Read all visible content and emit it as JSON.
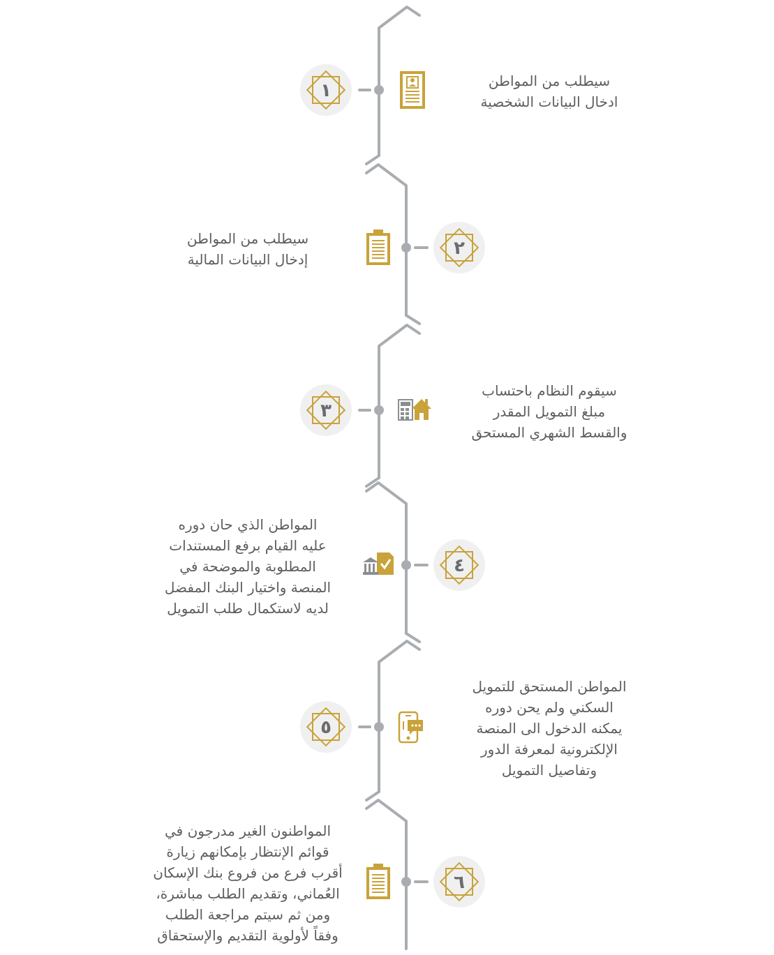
{
  "colors": {
    "line": "#a9adb1",
    "gold": "#c9a23a",
    "badge_bg": "#f0f0f0",
    "text": "#5b5e61"
  },
  "steps": [
    {
      "number": "١",
      "icon": "id-card-icon",
      "lines": [
        "سيطلب من المواطن",
        "ادخال البيانات الشخصية"
      ]
    },
    {
      "number": "٢",
      "icon": "clipboard-icon",
      "lines": [
        "سيطلب من المواطن",
        "إدخال البيانات المالية"
      ]
    },
    {
      "number": "٣",
      "icon": "calculator-house-icon",
      "lines": [
        "سيقوم النظام باحتساب",
        "مبلغ التمويل المقدر",
        "والقسط الشهري المستحق"
      ]
    },
    {
      "number": "٤",
      "icon": "bank-document-check-icon",
      "lines": [
        "المواطن الذي حان دوره",
        "عليه القيام برفع المستندات",
        "المطلوبة والموضحة في",
        "المنصة واختيار البنك المفضل",
        "لديه لاستكمال طلب التمويل"
      ]
    },
    {
      "number": "٥",
      "icon": "mobile-chat-icon",
      "lines": [
        "المواطن المستحق للتمويل",
        "السكني ولم يحن دوره",
        "يمكنه الدخول الى المنصة",
        "الإلكترونية لمعرفة الدور",
        "وتفاصيل التمويل"
      ]
    },
    {
      "number": "٦",
      "icon": "clipboard-icon",
      "lines": [
        "المواطنون الغير مدرجون في",
        "قوائم الإنتظار بإمكانهم زيارة",
        "أقرب فرع من فروع بنك الإسكان",
        "العُماني، وتقديم الطلب مباشرة،",
        "ومن ثم سيتم مراجعة الطلب",
        "وفقاً لأولوية التقديم والإستحقاق"
      ]
    }
  ]
}
